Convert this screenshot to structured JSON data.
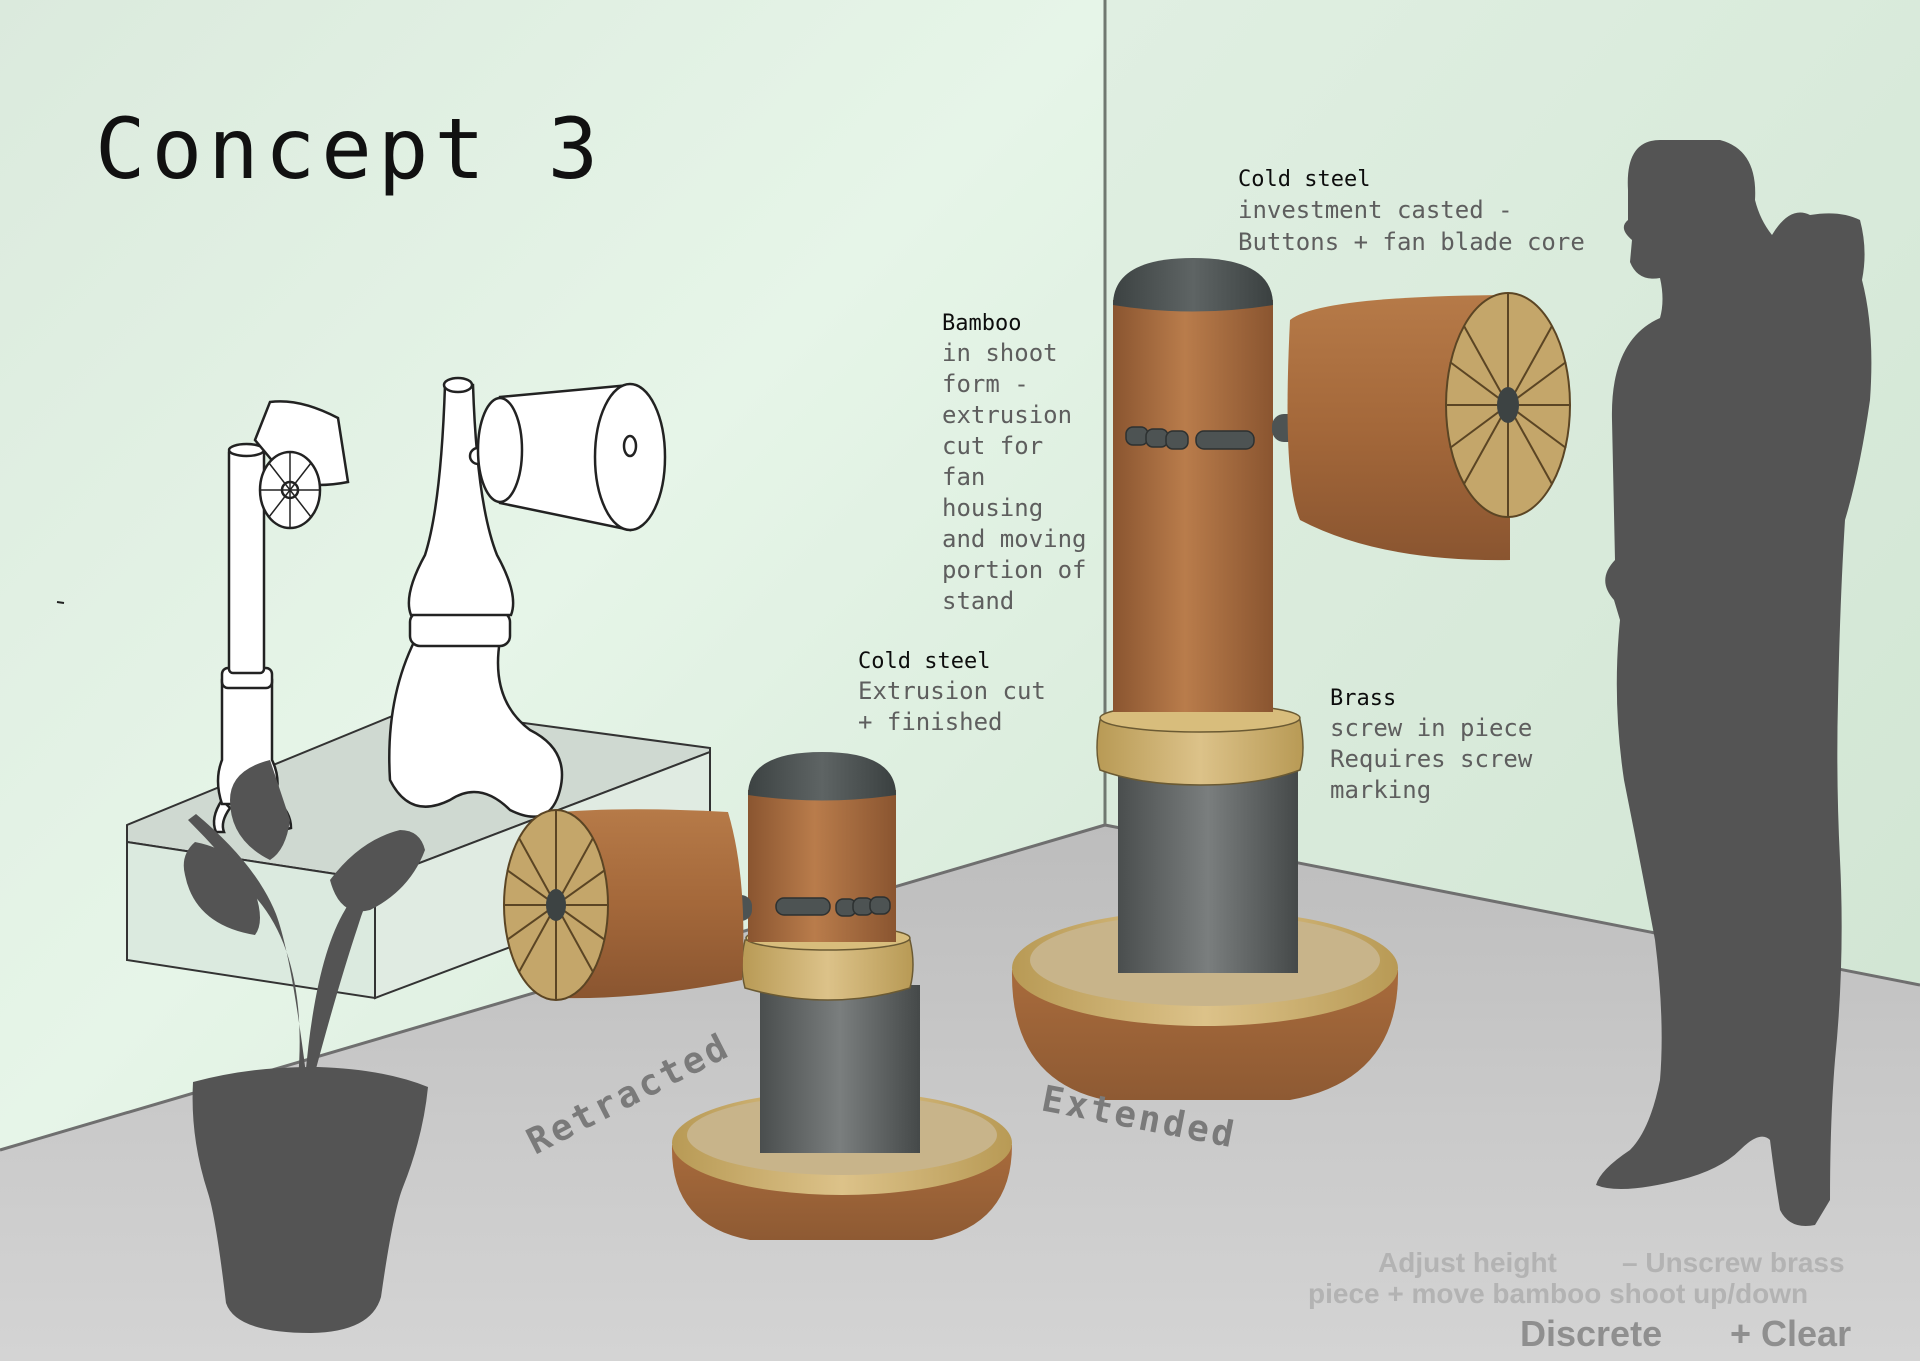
{
  "title": "Concept 3",
  "labels": {
    "cold_steel_top": {
      "heading": "Cold steel",
      "lines": [
        "investment casted   -",
        "Buttons + fan blade core"
      ]
    },
    "bamboo": {
      "heading": "Bamboo",
      "lines": [
        "in shoot",
        "form  -",
        "extrusion",
        "cut for",
        "fan",
        "housing",
        "and moving",
        "portion of",
        "stand"
      ]
    },
    "cold_steel_mid": {
      "heading": "Cold steel",
      "lines": [
        "Extrusion cut",
        "+ finished"
      ]
    },
    "brass": {
      "heading": "Brass",
      "lines": [
        "screw in piece",
        "Requires screw",
        "marking"
      ]
    }
  },
  "state_labels": {
    "retracted": "Retracted",
    "extended": "Extended"
  },
  "notes": {
    "line1_left": "Adjust height",
    "line1_right": "–  Unscrew brass",
    "line2": "piece + move bamboo shoot up/down",
    "line3_left": "Discrete",
    "line3_right": "+ Clear"
  },
  "colors": {
    "wall": "#e3f2e6",
    "floor": "#c9c9c9",
    "bamboo": "#a2683c",
    "brass": "#c8ad6b",
    "steel": "#555a5a",
    "silhouette": "#545454"
  }
}
